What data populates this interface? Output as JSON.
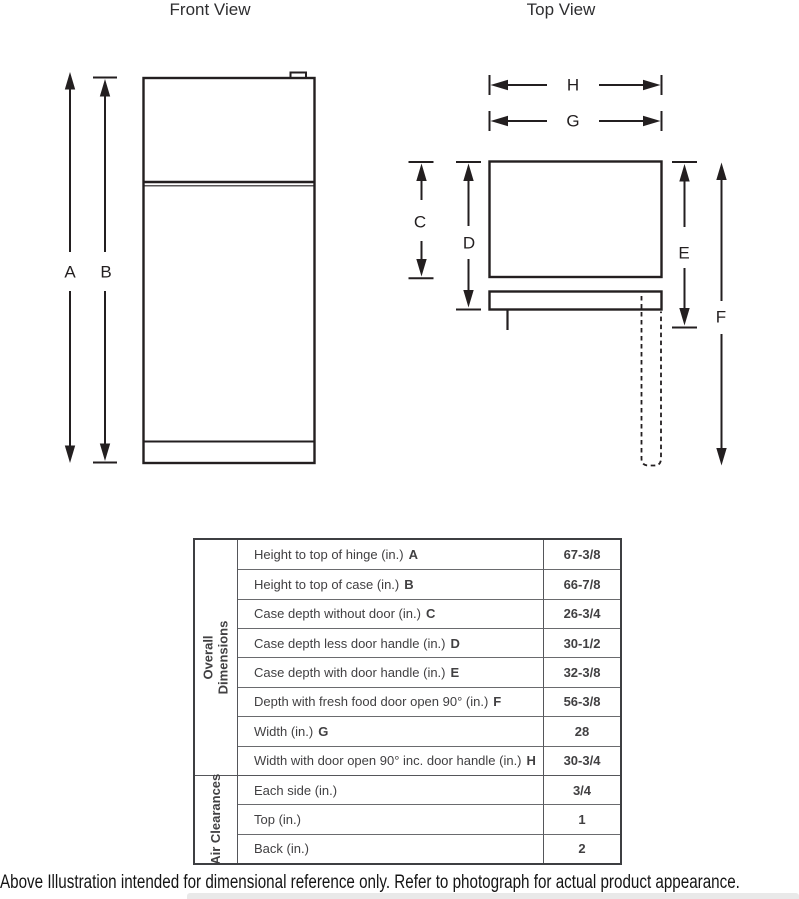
{
  "titles": {
    "front": "Front View",
    "top": "Top View"
  },
  "diagram": {
    "labels": {
      "A": "A",
      "B": "B",
      "C": "C",
      "D": "D",
      "E": "E",
      "F": "F",
      "G": "G",
      "H": "H"
    },
    "line_color": "#231f20"
  },
  "table": {
    "groups": [
      {
        "name": "Overall Dimensions"
      },
      {
        "name": "Air Clearances"
      }
    ],
    "rows": [
      {
        "label": "Height to top of hinge (in.)",
        "key": "A",
        "value": "67-3/8"
      },
      {
        "label": "Height to top of case (in.)",
        "key": "B",
        "value": "66-7/8"
      },
      {
        "label": "Case depth without door (in.)",
        "key": "C",
        "value": "26-3/4"
      },
      {
        "label": "Case depth less door handle (in.)",
        "key": "D",
        "value": "30-1/2"
      },
      {
        "label": "Case depth with door handle (in.)",
        "key": "E",
        "value": "32-3/8"
      },
      {
        "label": "Depth with fresh food door open 90° (in.)",
        "key": "F",
        "value": "56-3/8"
      },
      {
        "label": "Width (in.)",
        "key": "G",
        "value": "28"
      },
      {
        "label": "Width with door open 90° inc. door handle (in.)",
        "key": "H",
        "value": "30-3/4"
      },
      {
        "label": "Each side (in.)",
        "key": "",
        "value": "3/4"
      },
      {
        "label": "Top (in.)",
        "key": "",
        "value": "1"
      },
      {
        "label": "Back (in.)",
        "key": "",
        "value": "2"
      }
    ]
  },
  "footer": {
    "note": "Above Illustration intended for dimensional reference only. Refer to photograph for actual product appearance."
  }
}
